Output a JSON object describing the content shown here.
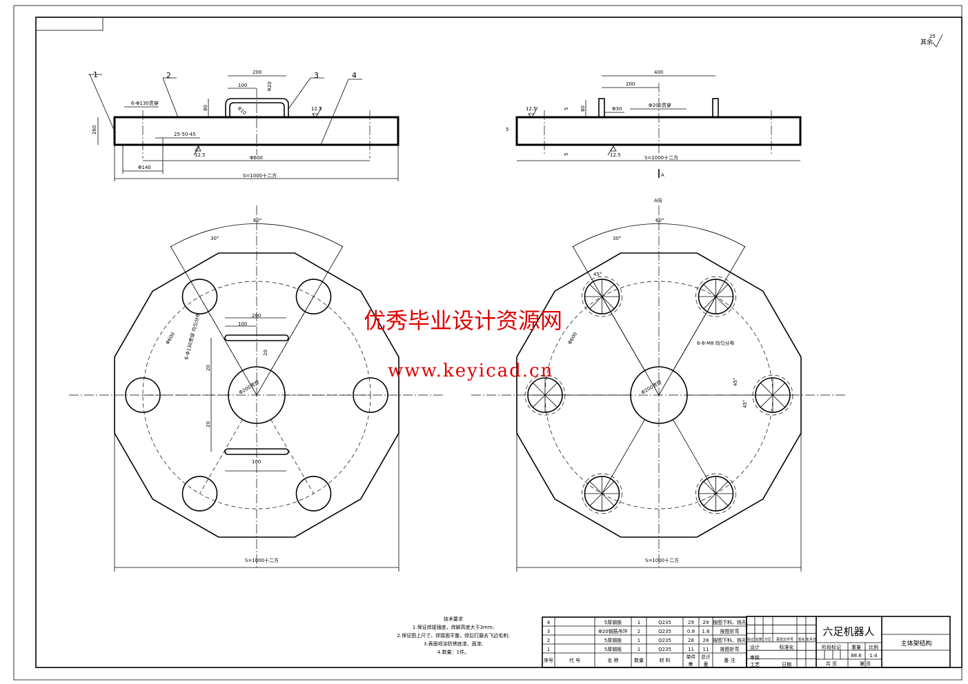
{
  "drawing": {
    "title": "六足机器人",
    "part_name": "主体架结构",
    "roughness_note": "其余",
    "roughness_value": "25",
    "view_label": "A",
    "view_label_direction": "A向"
  },
  "watermark": {
    "line1": "优秀毕业设计资源网",
    "line2": "www.keyicad.cn"
  },
  "front_view": {
    "balloons": [
      "1",
      "2",
      "3",
      "4"
    ],
    "dims": {
      "holes": "6-Φ130贯穿",
      "height": "260",
      "handle_width": "200",
      "handle_half": "100",
      "handle_height": "R20",
      "handle_h2": "80",
      "radius": "R10",
      "slot": "25-50-45",
      "pcd": "Φ600",
      "hole_offset": "Φ140",
      "roughness_top": "12.5",
      "roughness_bottom": "12.5",
      "overall": "S=1000十二方"
    }
  },
  "side_view": {
    "dims": {
      "pin_span": "400",
      "pin_half": "200",
      "pin_h": "5",
      "pin_height": "80",
      "pin_dia": "Φ30",
      "center_hole": "Φ200贯穿",
      "plate": "5",
      "bottom": "5",
      "roughness_top": "12.5",
      "roughness_bottom": "12.5",
      "overall": "S=1000十二方"
    }
  },
  "plan_left": {
    "angle_total": "60°",
    "angle_half": "30°",
    "slot_len": "200",
    "slot_half": "100",
    "slot_w": "20",
    "slot_offset_top": "20",
    "slot_offset_bottom": "20",
    "pcd": "Φ600",
    "holes_note": "6-Φ130贯穿 均匀分布",
    "center": "Φ200贯穿",
    "overall": "S=1000十二方"
  },
  "plan_right": {
    "angle_total": "60°",
    "angle_half": "30°",
    "small_angle": "45°",
    "pcd": "Φ600",
    "holes_note": "6-8-M8 均匀分布",
    "center": "Φ200贯穿",
    "side_angle": "45°",
    "side_angle2": "45°",
    "overall": "S=1000十二方"
  },
  "tech_requirements": {
    "title": "技术要求",
    "items": [
      "1.保证焊接强度，焊脚高度大于3mm;",
      "2.保证图上尺寸，焊接面平整，焊后打磨去飞边毛刺;",
      "3.表面喷涂防锈底漆、面漆;",
      "4.数量：1件。"
    ]
  },
  "parts_list": {
    "headers": [
      "序号",
      "代 号",
      "名 称",
      "数量",
      "材 料",
      "单件",
      "总计",
      "备 注"
    ],
    "weight_header": [
      "重",
      "量"
    ],
    "rows": [
      [
        "4",
        "",
        "5厚钢板",
        "1",
        "Q235",
        "29",
        "29",
        "按图下料、铣孔"
      ],
      [
        "3",
        "",
        "Φ20钢筋吊环",
        "2",
        "Q235",
        "0.8",
        "1.6",
        "按图折弯"
      ],
      [
        "2",
        "",
        "5厚钢板",
        "1",
        "Q235",
        "28",
        "28",
        "按图下料、铣孔"
      ],
      [
        "1",
        "",
        "5厚钢板",
        "1",
        "Q235",
        "11",
        "11",
        "按图折弯"
      ]
    ]
  },
  "title_block": {
    "change_row": [
      "标记",
      "处数",
      "分区",
      "更改文件号",
      "签名",
      "年月日"
    ],
    "design": "设计",
    "standard": "标准化",
    "review": "审核",
    "process": "工艺",
    "date": "日期",
    "stage": "阶段标记",
    "weight_label": "重量",
    "scale_label": "比例",
    "weight": "88.6",
    "scale": "1:4",
    "total_sheets": "共  页",
    "sheet_no": "第  页"
  }
}
